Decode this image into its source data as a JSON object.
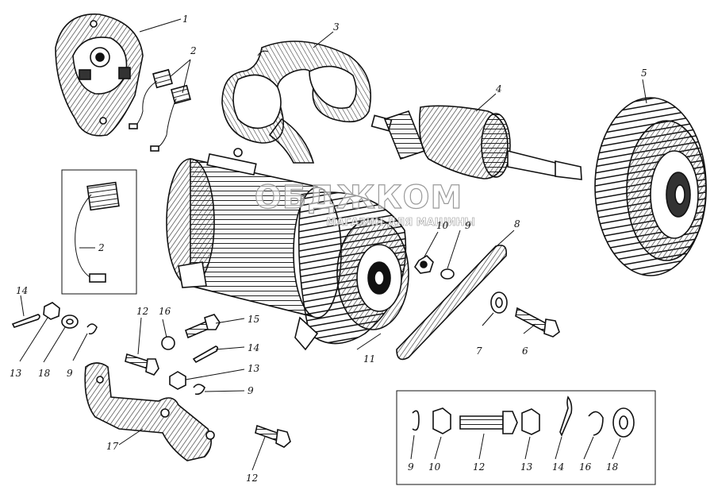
{
  "watermark": {
    "brand": "ОБДЖКОМ",
    "tagline": "МАГАЗИН ДЛЯ МАШИНЫ"
  },
  "callouts": {
    "c1": "1",
    "c2a": "2",
    "c2b": "2",
    "c3": "3",
    "c4": "4",
    "c5": "5",
    "c6": "6",
    "c7": "7",
    "c8": "8",
    "c9a": "9",
    "c10a": "10",
    "c11": "11",
    "c14a": "14",
    "c13a": "13",
    "c18a": "18",
    "c9b": "9",
    "c12a": "12",
    "c16a": "16",
    "c15": "15",
    "c14b": "14",
    "c13b": "13",
    "c9c": "9",
    "c17": "17",
    "c12b": "12"
  },
  "legend_box": {
    "items": [
      "9",
      "10",
      "12",
      "13",
      "14",
      "16",
      "18"
    ]
  }
}
